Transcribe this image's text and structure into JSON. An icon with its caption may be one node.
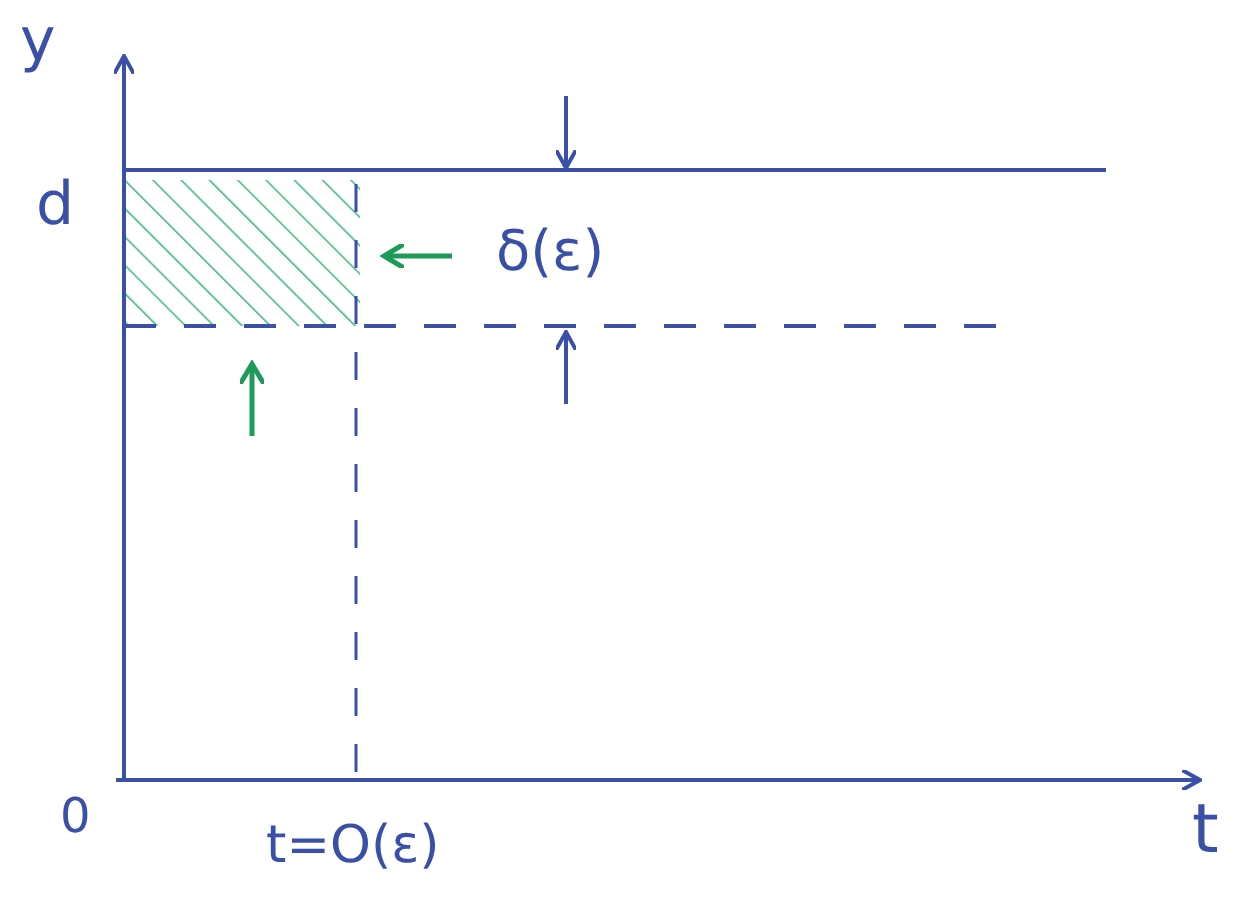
{
  "diagram": {
    "nodes": [
      {
        "text": [],
        "shape": "box"
      }
    ],
    "labels": [
      "y",
      "d",
      "δ(ε)",
      "0",
      "t=O(ε)",
      "t"
    ]
  }
}
